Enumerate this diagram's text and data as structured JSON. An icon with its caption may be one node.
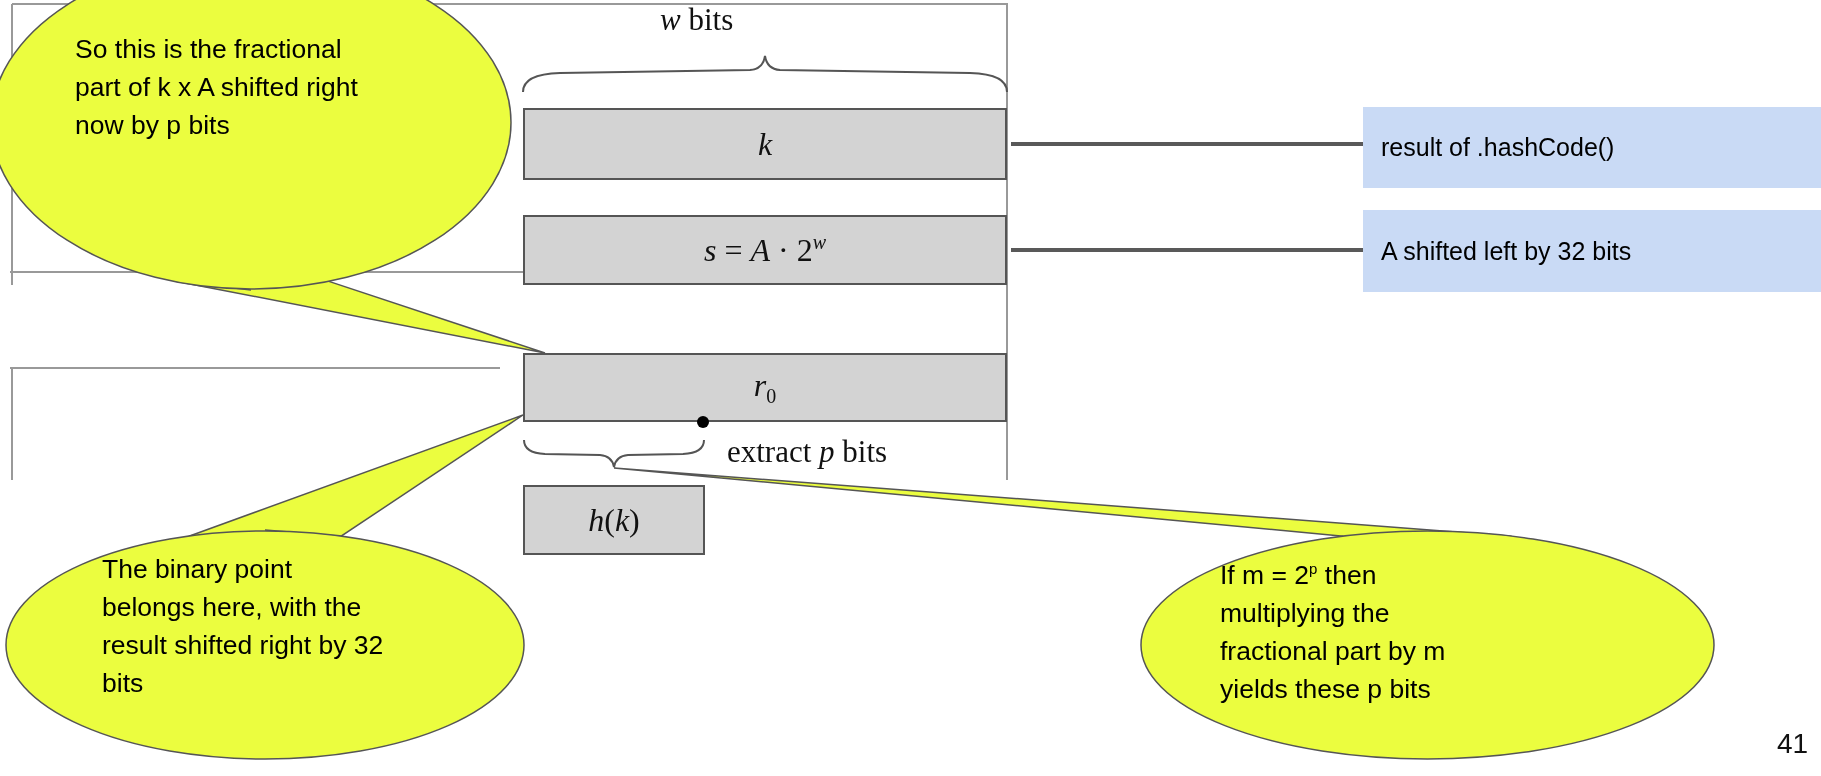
{
  "diagram": {
    "nodes": [
      {
        "text": [
          "*k*"
        ]
      },
      {
        "text": [
          "*s* = *A* · 2$^{w}$"
        ]
      },
      {
        "text": [
          "*r*$_{0}$"
        ]
      },
      {
        "text": [
          "*h*(*k*)"
        ]
      },
      {
        "text": [
          "result of .hashCode()"
        ]
      },
      {
        "text": [
          "A shifted left by 32 bits"
        ]
      },
      {
        "text": [
          "So this is the fractional part of k x A shifted right now by p bits"
        ]
      },
      {
        "text": [
          "The binary point belongs here, with the result shifted right by 32 bits"
        ]
      },
      {
        "text": [
          "If m = 2$^{p}$ then multiplying the fractional part by m yields these p bits"
        ]
      },
      {
        "text": [],
        "shape": "brace"
      }
    ],
    "edges": [
      {
        "from": 0,
        "to": 4,
        "arrow": "none"
      },
      {
        "from": 1,
        "to": 5,
        "arrow": "none"
      },
      {
        "from": 6,
        "to": 2,
        "arrow": "none"
      },
      {
        "from": 7,
        "to": 2,
        "arrow": "none"
      },
      {
        "from": 8,
        "to": 9,
        "arrow": "none"
      }
    ],
    "labels": [
      "*w* bits",
      "extract *p* bits",
      "41"
    ]
  }
}
